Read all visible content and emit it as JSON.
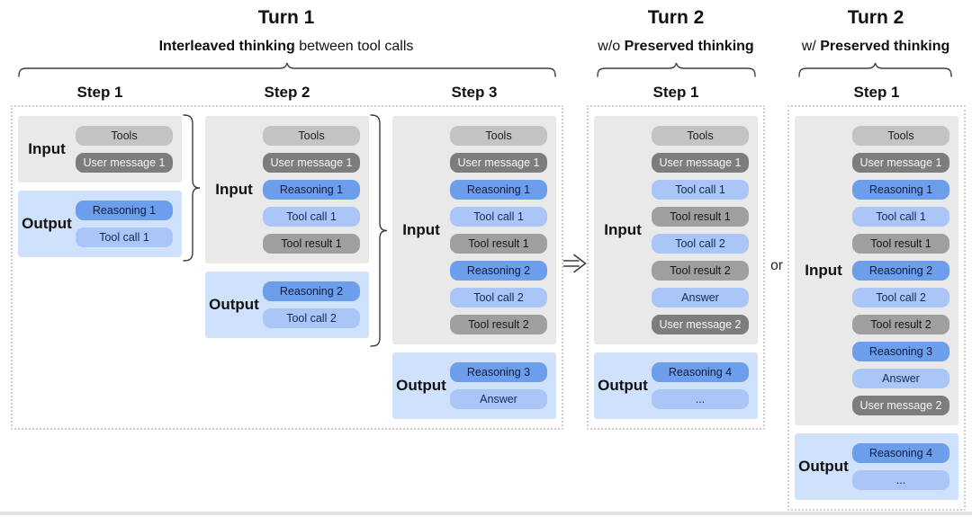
{
  "turn_groups": [
    {
      "title": "Turn 1",
      "subtitle_parts": [
        {
          "text": "Interleaved thinking",
          "bold": true
        },
        {
          "text": " between tool calls",
          "bold": false
        }
      ]
    },
    {
      "title": "Turn 2",
      "subtitle_parts": [
        {
          "text": "w/o ",
          "bold": false
        },
        {
          "text": "Preserved thinking",
          "bold": true
        }
      ]
    },
    {
      "title": "Turn 2",
      "subtitle_parts": [
        {
          "text": "w/ ",
          "bold": false
        },
        {
          "text": "Preserved thinking",
          "bold": true
        }
      ]
    }
  ],
  "section_labels": {
    "input": "Input",
    "output": "Output"
  },
  "connector_labels": {
    "or": "or",
    "arrow_icon": "double-arrow-right"
  },
  "steps": [
    {
      "title": "Step 1",
      "turn_group": 0,
      "input_pills": [
        {
          "label": "Tools",
          "kind": "tools"
        },
        {
          "label": "User message 1",
          "kind": "user"
        }
      ],
      "output_pills": [
        {
          "label": "Reasoning 1",
          "kind": "reasoning"
        },
        {
          "label": "Tool call 1",
          "kind": "call"
        }
      ]
    },
    {
      "title": "Step 2",
      "turn_group": 0,
      "input_pills": [
        {
          "label": "Tools",
          "kind": "tools"
        },
        {
          "label": "User message 1",
          "kind": "user"
        },
        {
          "label": "Reasoning 1",
          "kind": "reasoning"
        },
        {
          "label": "Tool call 1",
          "kind": "call"
        },
        {
          "label": "Tool result 1",
          "kind": "result"
        }
      ],
      "output_pills": [
        {
          "label": "Reasoning 2",
          "kind": "reasoning"
        },
        {
          "label": "Tool call 2",
          "kind": "call"
        }
      ]
    },
    {
      "title": "Step 3",
      "turn_group": 0,
      "input_pills": [
        {
          "label": "Tools",
          "kind": "tools"
        },
        {
          "label": "User message 1",
          "kind": "user"
        },
        {
          "label": "Reasoning 1",
          "kind": "reasoning"
        },
        {
          "label": "Tool call 1",
          "kind": "call"
        },
        {
          "label": "Tool result 1",
          "kind": "result"
        },
        {
          "label": "Reasoning 2",
          "kind": "reasoning"
        },
        {
          "label": "Tool call 2",
          "kind": "call"
        },
        {
          "label": "Tool result 2",
          "kind": "result"
        }
      ],
      "output_pills": [
        {
          "label": "Reasoning 3",
          "kind": "reasoning"
        },
        {
          "label": "Answer",
          "kind": "call"
        }
      ]
    },
    {
      "title": "Step 1",
      "turn_group": 1,
      "input_pills": [
        {
          "label": "Tools",
          "kind": "tools"
        },
        {
          "label": "User message 1",
          "kind": "user"
        },
        {
          "label": "Tool call 1",
          "kind": "call"
        },
        {
          "label": "Tool result 1",
          "kind": "result"
        },
        {
          "label": "Tool call 2",
          "kind": "call"
        },
        {
          "label": "Tool result 2",
          "kind": "result"
        },
        {
          "label": "Answer",
          "kind": "call"
        },
        {
          "label": "User message 2",
          "kind": "user"
        }
      ],
      "output_pills": [
        {
          "label": "Reasoning 4",
          "kind": "reasoning"
        },
        {
          "label": "...",
          "kind": "call"
        }
      ]
    },
    {
      "title": "Step 1",
      "turn_group": 2,
      "input_pills": [
        {
          "label": "Tools",
          "kind": "tools"
        },
        {
          "label": "User message 1",
          "kind": "user"
        },
        {
          "label": "Reasoning 1",
          "kind": "reasoning"
        },
        {
          "label": "Tool call 1",
          "kind": "call"
        },
        {
          "label": "Tool result 1",
          "kind": "result"
        },
        {
          "label": "Reasoning 2",
          "kind": "reasoning"
        },
        {
          "label": "Tool call 2",
          "kind": "call"
        },
        {
          "label": "Tool result 2",
          "kind": "result"
        },
        {
          "label": "Reasoning 3",
          "kind": "reasoning"
        },
        {
          "label": "Answer",
          "kind": "call"
        },
        {
          "label": "User message 2",
          "kind": "user"
        }
      ],
      "output_pills": [
        {
          "label": "Reasoning 4",
          "kind": "reasoning"
        },
        {
          "label": "...",
          "kind": "call"
        }
      ]
    }
  ],
  "colors": {
    "input_box_bg": "#e9e9e9",
    "output_box_bg": "#d0e1fb",
    "pill_tools": "#c3c3c3",
    "pill_user_message": "#7d7d7d",
    "pill_tool_result": "#9f9f9f",
    "pill_reasoning": "#6d9eeb",
    "pill_tool_call": "#a9c6f7",
    "panel_border": "#cdcdcd",
    "connector_line": "#3c3c3c"
  }
}
